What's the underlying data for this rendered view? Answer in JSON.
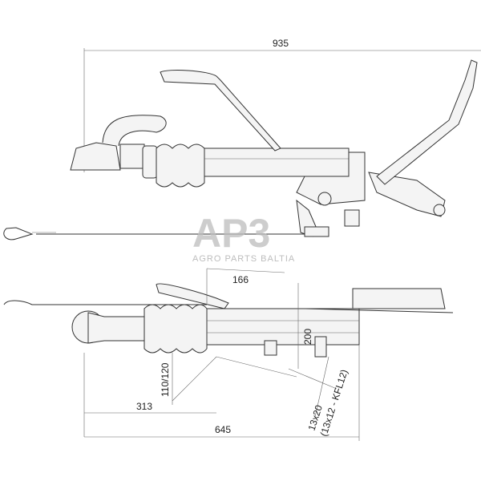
{
  "watermark": {
    "logo": "AP3",
    "tagline": "AGRO PARTS BALTIA"
  },
  "dimensions": {
    "overall_length": "935",
    "handle_offset": "166",
    "height": "200",
    "axle_height": "110/120",
    "to_mount": "313",
    "mount_length": "645",
    "bolt_size": "13x20",
    "bolt_size_alt": "(13x12 - KFL12)"
  }
}
